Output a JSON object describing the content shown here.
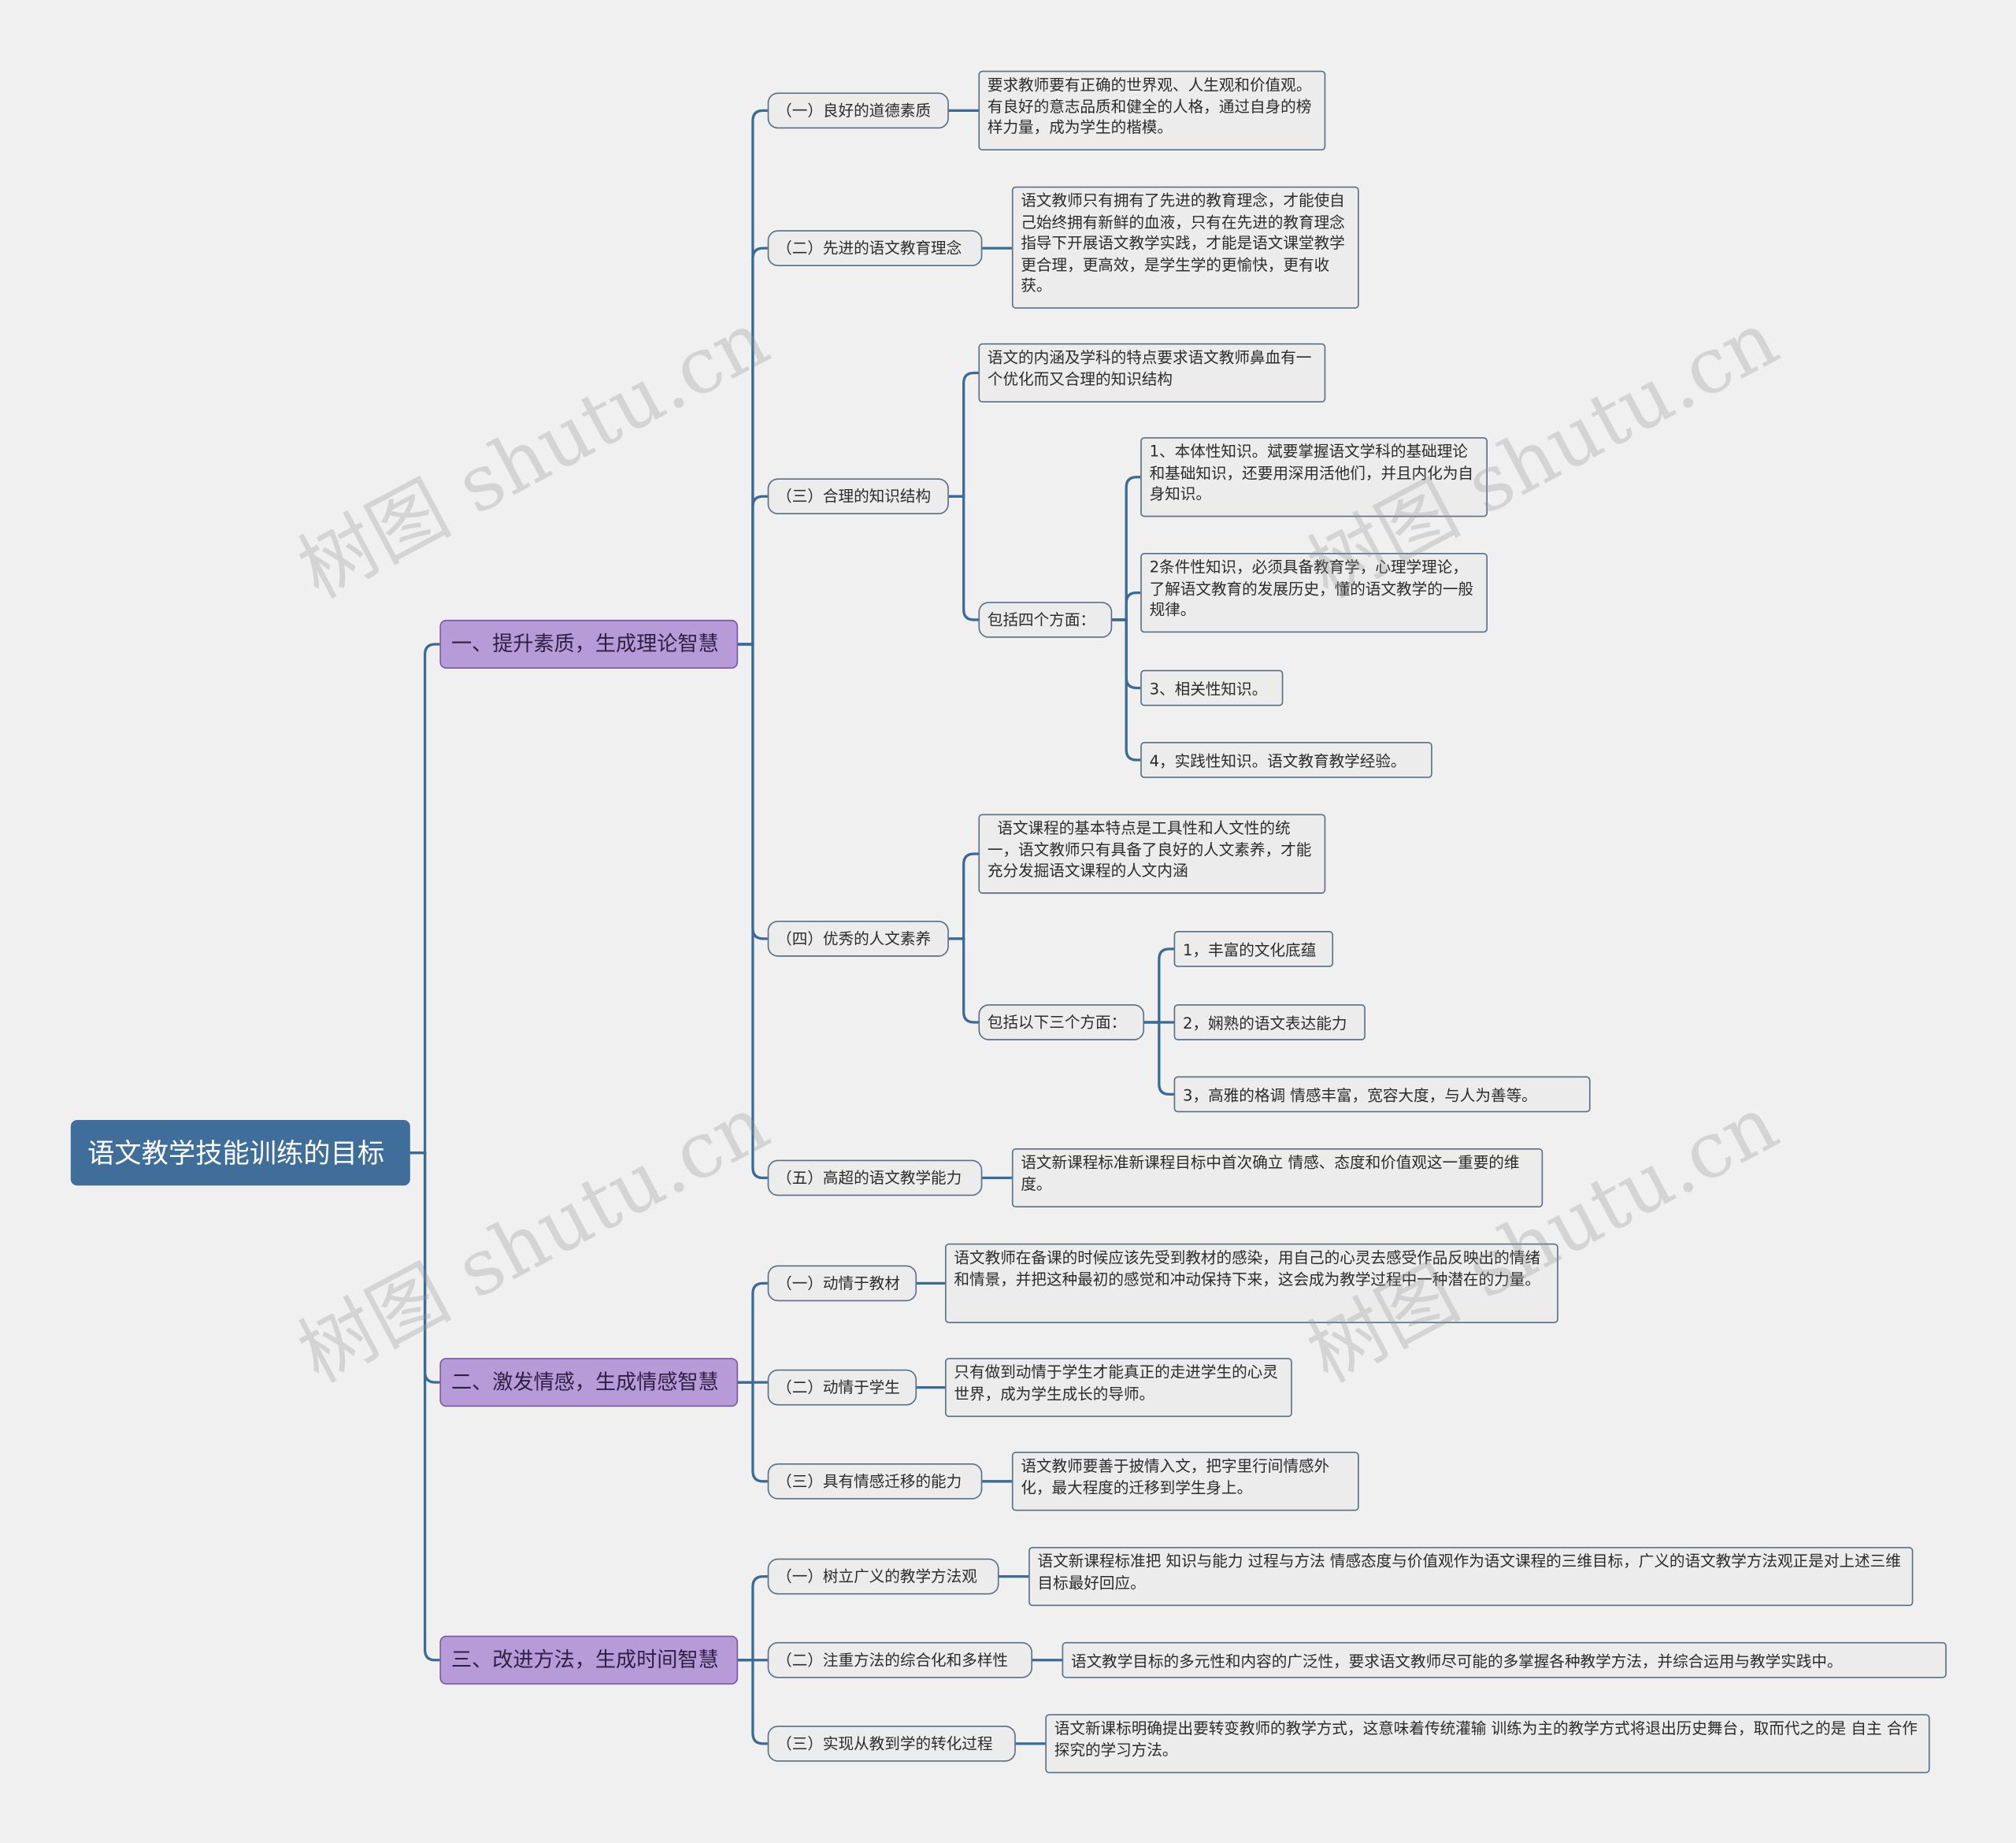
{
  "watermark": "树图 shutu.cn",
  "mindmap": {
    "root": "语文教学技能训练的目标",
    "branches": [
      {
        "label": "一、提升素质，生成理论智慧",
        "items": [
          {
            "label": "（一）良好的道德素质",
            "text": "要求教师要有正确的世界观、人生观和价值观。有良好的意志品质和健全的人格，通过自身的榜样力量，成为学生的楷模。"
          },
          {
            "label": "（二）先进的语文教育理念",
            "text": "语文教师只有拥有了先进的教育理念，才能使自己始终拥有新鲜的血液，只有在先进的教育理念指导下开展语文教学实践，才能是语文课堂教学更合理，更高效，是学生学的更愉快，更有收获。"
          },
          {
            "label": "（三）合理的知识结构",
            "text": "语文的内涵及学科的特点要求语文教师鼻血有一个优化而又合理的知识结构",
            "sub_label": "包括四个方面：",
            "sub_items": [
              "1、本体性知识。斌要掌握语文学科的基础理论和基础知识，还要用深用活他们，并且内化为自身知识。",
              "2条件性知识，必须具备教育学，心理学理论，了解语文教育的发展历史，懂的语文教学的一般规律。",
              "3、相关性知识。",
              "4，实践性知识。语文教育教学经验。"
            ]
          },
          {
            "label": "（四）优秀的人文素养",
            "text": "  语文课程的基本特点是工具性和人文性的统一，语文教师只有具备了良好的人文素养，才能充分发掘语文课程的人文内涵",
            "sub_label": "包括以下三个方面：",
            "sub_items": [
              "1，丰富的文化底蕴",
              "2，娴熟的语文表达能力",
              "3，高雅的格调 情感丰富，宽容大度，与人为善等。"
            ]
          },
          {
            "label": "（五）高超的语文教学能力",
            "text": "语文新课程标准新课程目标中首次确立 情感、态度和价值观这一重要的维度。"
          }
        ]
      },
      {
        "label": "二、激发情感，生成情感智慧",
        "items": [
          {
            "label": "（一）动情于教材",
            "text": "语文教师在备课的时候应该先受到教材的感染，用自己的心灵去感受作品反映出的情绪和情景，并把这种最初的感觉和冲动保持下来，这会成为教学过程中一种潜在的力量。"
          },
          {
            "label": "（二）动情于学生",
            "text": "只有做到动情于学生才能真正的走进学生的心灵世界，成为学生成长的导师。"
          },
          {
            "label": "（三）具有情感迁移的能力",
            "text": "语文教师要善于披情入文，把字里行间情感外化，最大程度的迁移到学生身上。"
          }
        ]
      },
      {
        "label": "三、改进方法，生成时间智慧",
        "items": [
          {
            "label": "（一）树立广义的教学方法观",
            "text": "语文新课程标准把 知识与能力 过程与方法 情感态度与价值观作为语文课程的三维目标，广义的语文教学方法观正是对上述三维目标最好回应。"
          },
          {
            "label": "（二）注重方法的综合化和多样性",
            "text": "语文教学目标的多元性和内容的广泛性，要求语文教师尽可能的多掌握各种教学方法，并综合运用与教学实践中。"
          },
          {
            "label": "（三）实现从教到学的转化过程",
            "text": "语文新课标明确提出要转变教师的教学方式，这意味着传统灌输 训练为主的教学方式将退出历史舞台，取而代之的是 自主 合作 探究的学习方法。"
          }
        ]
      }
    ]
  },
  "colors": {
    "background": "#f0f0f0",
    "root_fill": "#3f6e9a",
    "branch_fill": "#b79ad8",
    "node_fill": "#ececec",
    "connector": "#3a6a96"
  }
}
